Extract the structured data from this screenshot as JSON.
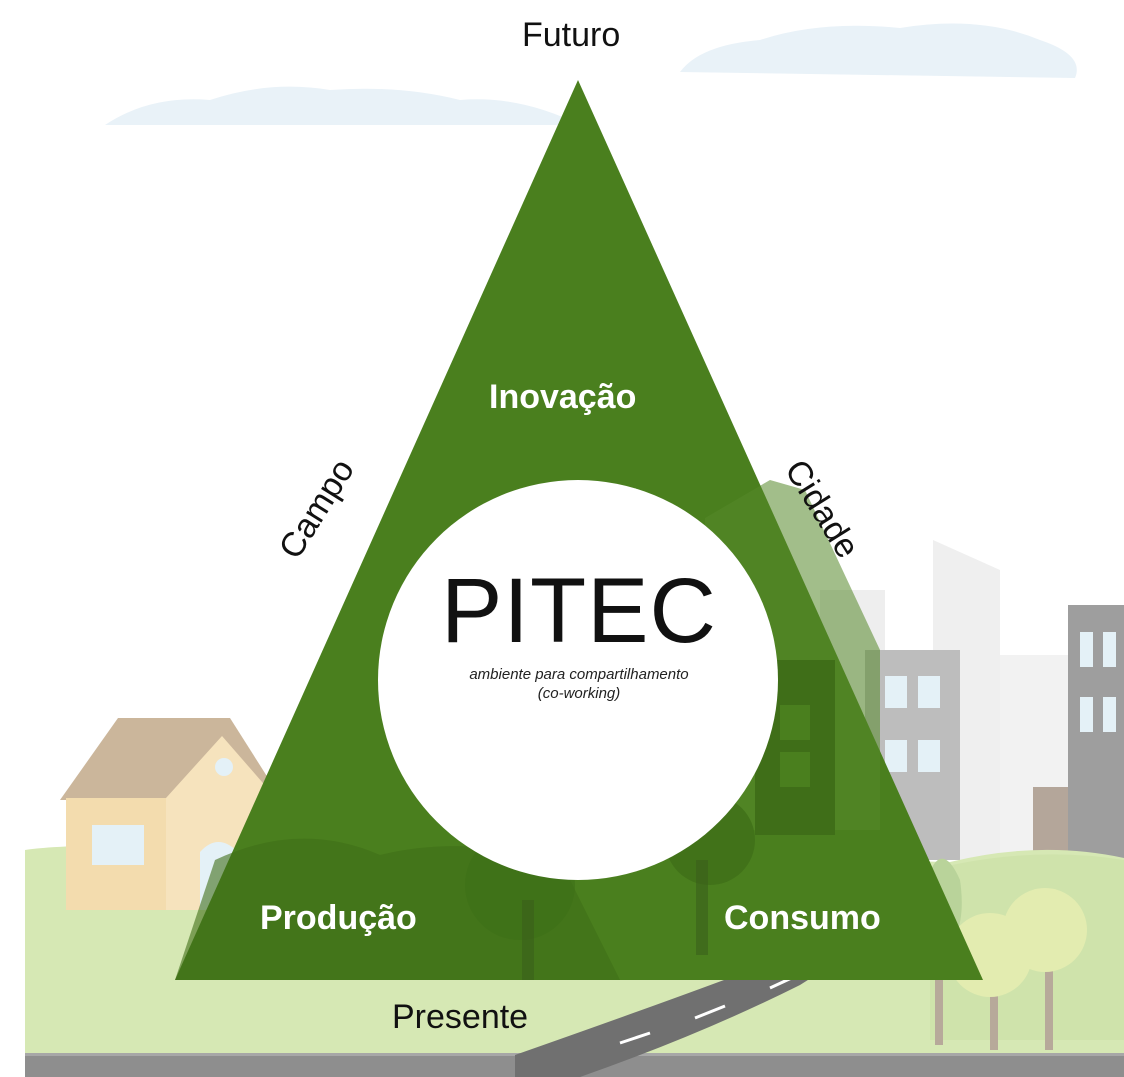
{
  "diagram": {
    "top_label": "Futuro",
    "bottom_label": "Presente",
    "left_side_label": "Campo",
    "right_side_label": "Cidade",
    "top_inner_label": "Inovação",
    "left_inner_label": "Produção",
    "right_inner_label": "Consumo",
    "center_title": "PITEC",
    "center_subtitle_line1": "ambiente para compartilhamento",
    "center_subtitle_line2": "(co-working)"
  },
  "colors": {
    "triangle": "#4a7f1e",
    "grass": "#d6e8b4",
    "road": "#8a8a8a",
    "sky_cloud": "#e6f0f7",
    "building": "#b9b9b9",
    "house_wall": "#f3dcae",
    "house_roof": "#c9b59a"
  }
}
